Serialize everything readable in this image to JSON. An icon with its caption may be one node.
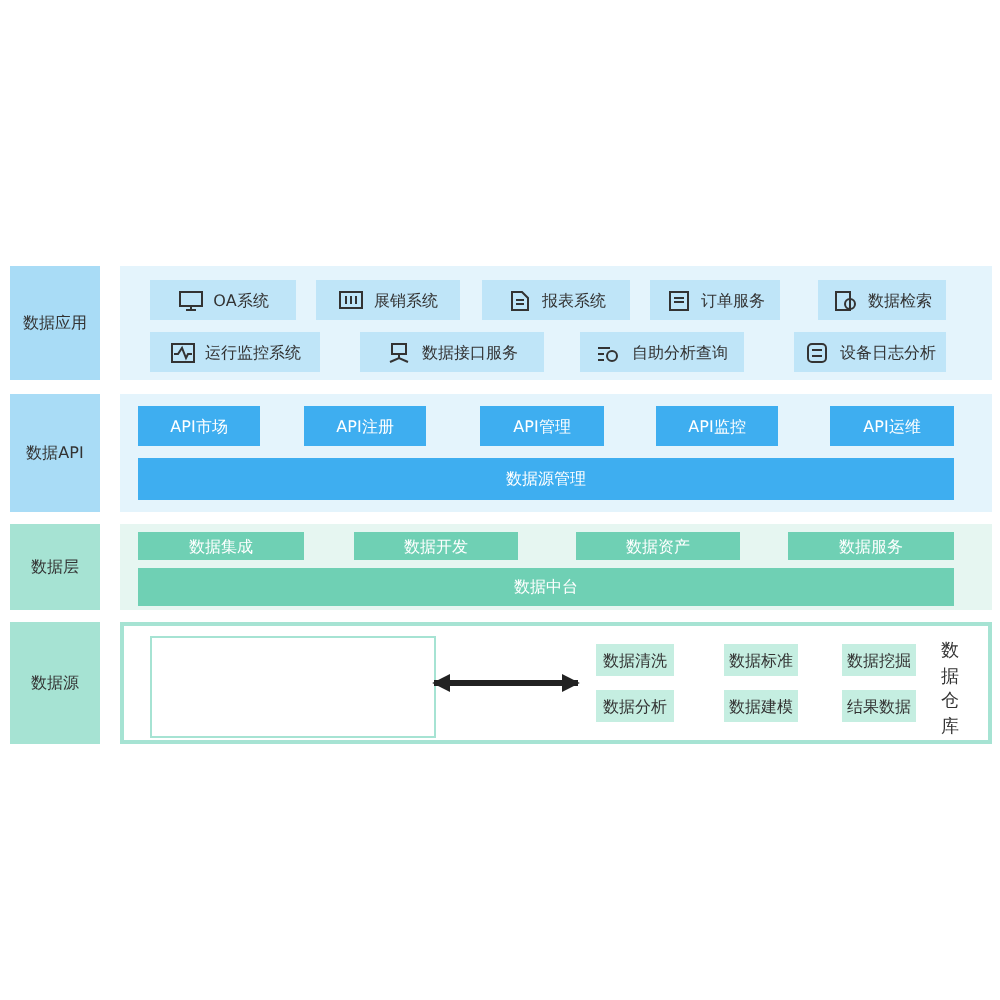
{
  "diagram": {
    "nodes": [
      {
        "text": [
          "数据应用"
        ]
      },
      {
        "text": [],
        "shape": "box"
      },
      {
        "text": [
          "OA系统"
        ],
        "in": 1
      },
      {
        "text": [
          "展销系统"
        ],
        "in": 1
      },
      {
        "text": [
          "报表系统"
        ],
        "in": 1
      },
      {
        "text": [
          "订单服务"
        ],
        "in": 1
      },
      {
        "text": [
          "数据检索"
        ],
        "in": 1
      },
      {
        "text": [
          "运行监控系统"
        ],
        "in": 1
      },
      {
        "text": [
          "数据接口服务"
        ],
        "in": 1
      },
      {
        "text": [
          "自助分析查询"
        ],
        "in": 1
      },
      {
        "text": [
          "设备日志分析"
        ],
        "in": 1
      },
      {
        "text": [
          "数据API"
        ]
      },
      {
        "text": [],
        "shape": "box"
      },
      {
        "text": [
          "API市场"
        ],
        "in": 12
      },
      {
        "text": [
          "API注册"
        ],
        "in": 12
      },
      {
        "text": [
          "API管理"
        ],
        "in": 12
      },
      {
        "text": [
          "API监控"
        ],
        "in": 12
      },
      {
        "text": [
          "API运维"
        ],
        "in": 12
      },
      {
        "text": [
          "数据源管理"
        ],
        "in": 12
      },
      {
        "text": [
          "数据层"
        ]
      },
      {
        "text": [],
        "shape": "box"
      },
      {
        "text": [
          "数据集成"
        ],
        "in": 20
      },
      {
        "text": [
          "数据开发"
        ],
        "in": 20
      },
      {
        "text": [
          "数据资产"
        ],
        "in": 20
      },
      {
        "text": [
          "数据服务"
        ],
        "in": 20
      },
      {
        "text": [
          "数据中台"
        ],
        "in": 20
      },
      {
        "text": [
          "数据源"
        ]
      },
      {
        "text": [],
        "shape": "box"
      },
      {
        "text": [],
        "shape": "box",
        "in": 27
      },
      {
        "text": [
          "数据仓库"
        ],
        "in": 27
      },
      {
        "text": [
          "数据清洗"
        ],
        "in": 29
      },
      {
        "text": [
          "数据标准"
        ],
        "in": 29
      },
      {
        "text": [
          "数据挖掘"
        ],
        "in": 29
      },
      {
        "text": [
          "数据分析"
        ],
        "in": 29
      },
      {
        "text": [
          "数据建模"
        ],
        "in": 29
      },
      {
        "text": [
          "结果数据"
        ],
        "in": 29
      }
    ],
    "edges": [
      {
        "from": 28,
        "to": 29,
        "arrow": "both"
      }
    ]
  }
}
